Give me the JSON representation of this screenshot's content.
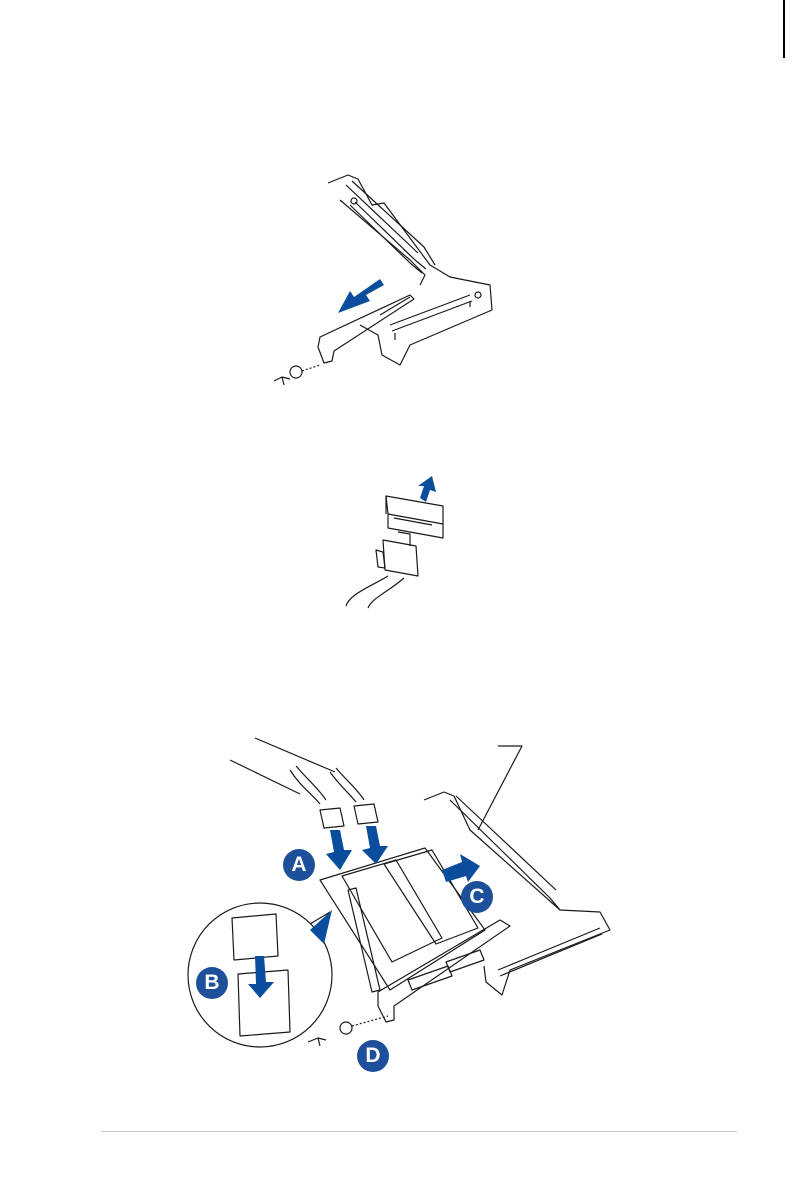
{
  "colors": {
    "line": "#1a1a1a",
    "arrow": "#0a4d9c",
    "callout_bg": "#1d4f9a",
    "rule": "#c8c8c8"
  },
  "callouts": {
    "a": "A",
    "b": "B",
    "c": "C",
    "d": "D"
  },
  "icons": {
    "figure1": "riser-bracket-remove-slot-cover-illustration",
    "figure2": "cable-connector-disconnect-illustration",
    "figure3": "pcie-card-install-illustration"
  }
}
